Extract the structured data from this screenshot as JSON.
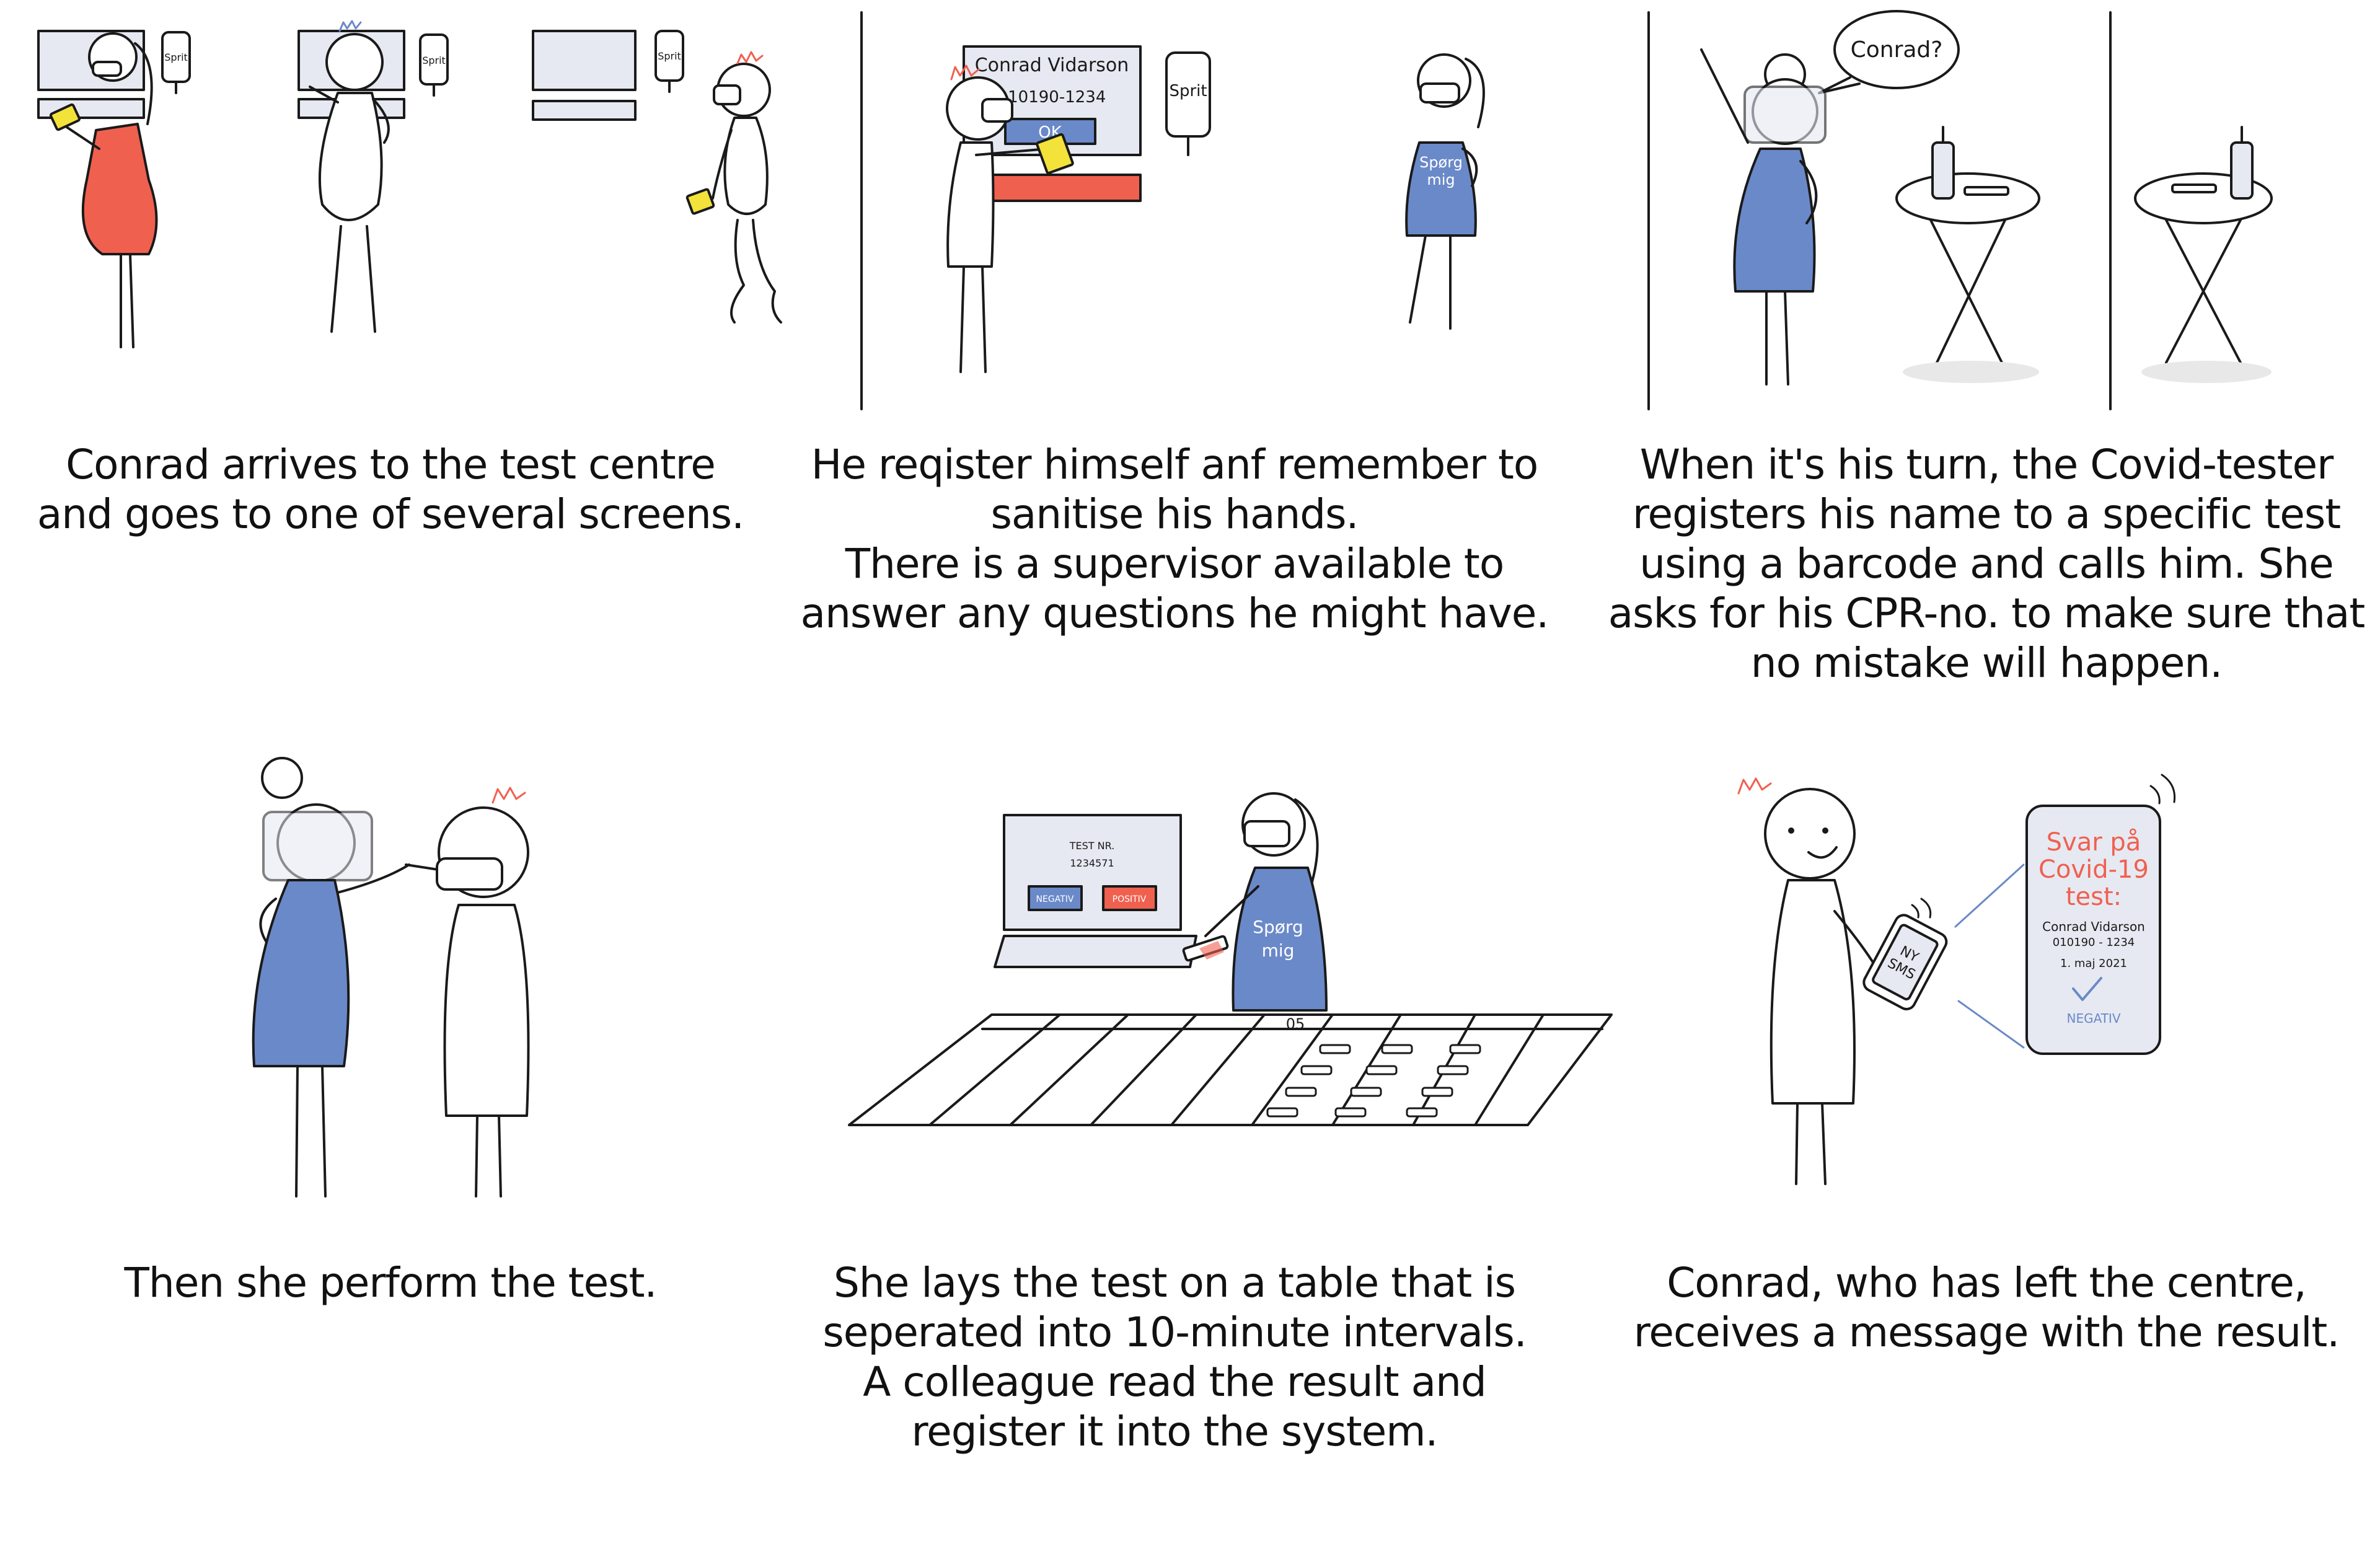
{
  "colors": {
    "red": "#f0604f",
    "blue": "#6a89c9",
    "yellow": "#f3e23a",
    "grey_screen": "#e6e9f1",
    "ink": "#1a1a1a"
  },
  "panel1": {
    "sprit_labels": [
      "Sprit",
      "Sprit",
      "Sprit"
    ],
    "caption": [
      "Conrad arrives to the test centre",
      "and goes to one of several screens."
    ]
  },
  "panel2": {
    "screen_name": "Conrad Vidarson",
    "screen_cpr": "010190-1234",
    "ok_button": "OK",
    "sprit_label": "Sprit",
    "shirt_text": [
      "Spørg",
      "mig"
    ],
    "caption": [
      "He reqister himself anf remember to",
      "sanitise his hands.",
      "There is a supervisor available to",
      "answer any questions he might have."
    ]
  },
  "panel3": {
    "speech": "Conrad?",
    "caption": [
      "When it's his turn, the Covid-tester",
      "registers his name to a specific test",
      "using a barcode and calls him. She",
      "asks for his CPR-no. to make sure that",
      "no mistake will happen."
    ]
  },
  "panel4": {
    "caption": [
      "Then she perform the test."
    ]
  },
  "panel5": {
    "screen_title": "TEST NR.",
    "screen_number": "1234571",
    "negativ_button": "NEGATIV",
    "positiv_button": "POSITIV",
    "shirt_text": [
      "Spørg",
      "mig"
    ],
    "table_number": "05",
    "caption": [
      "She lays the test on a table that is",
      "seperated into 10-minute intervals.",
      "A colleague read the result and",
      "register it into the system."
    ]
  },
  "panel6": {
    "phone_text": [
      "NY",
      "SMS"
    ],
    "result_title": [
      "Svar på",
      "Covid-19",
      "test:"
    ],
    "result_name": "Conrad Vidarson",
    "result_cpr": "010190 - 1234",
    "result_date": "1. maj 2021",
    "result_status": "NEGATIV",
    "caption": [
      "Conrad, who has left the centre,",
      "receives a message with the result."
    ]
  }
}
